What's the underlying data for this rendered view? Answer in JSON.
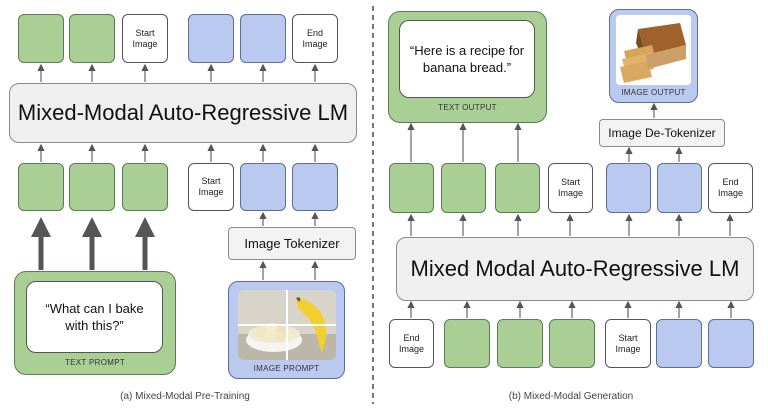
{
  "left": {
    "lm_label": "Mixed-Modal Auto-Regressive LM",
    "top_tokens": {
      "start_image": "Start\nImage",
      "end_image": "End\nImage"
    },
    "bottom_tokens": {
      "start_image": "Start\nImage"
    },
    "image_tokenizer": "Image Tokenizer",
    "text_prompt": {
      "text": "“What can I bake\nwith this?”",
      "label": "TEXT PROMPT"
    },
    "image_prompt": {
      "label": "IMAGE PROMPT"
    },
    "caption": "(a) Mixed-Modal Pre-Training"
  },
  "right": {
    "lm_label": "Mixed Modal Auto-Regressive LM",
    "text_output": {
      "text": "“Here is a recipe for\nbanana bread.”",
      "label": "TEXT OUTPUT"
    },
    "image_output": {
      "label": "IMAGE OUTPUT"
    },
    "image_detokenizer": "Image De-Tokenizer",
    "middle_tokens": {
      "start_image": "Start\nImage",
      "end_image": "End\nImage"
    },
    "bottom_tokens": {
      "end_image": "End\nImage",
      "start_image": "Start\nImage"
    },
    "caption": "(b) Mixed-Modal Generation"
  },
  "colors": {
    "text_token": "#a9cf95",
    "image_token": "#b9c9f0",
    "lm_box": "#efefef"
  }
}
